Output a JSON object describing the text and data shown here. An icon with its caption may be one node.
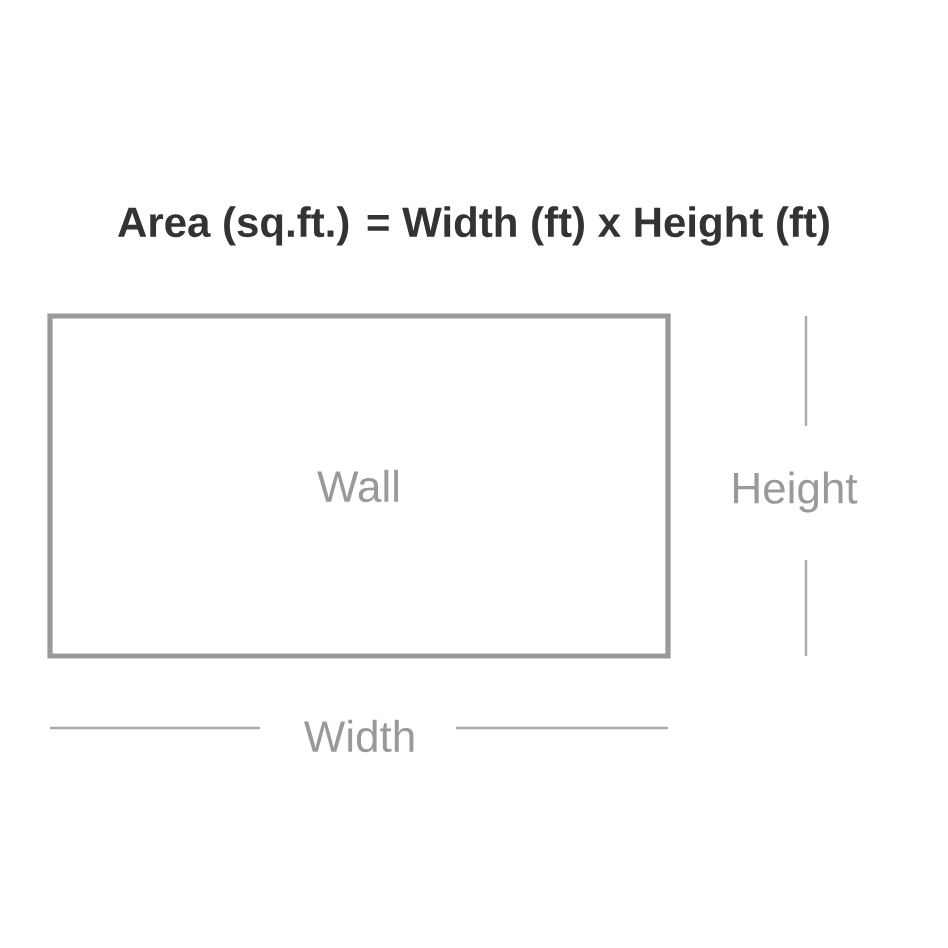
{
  "diagram": {
    "title": "Area (sq.ft.) = Width (ft) x Height (ft)",
    "nodes": [
      {
        "text": [
          "Wall"
        ]
      }
    ],
    "labels": [
      "Width",
      "Height"
    ]
  }
}
